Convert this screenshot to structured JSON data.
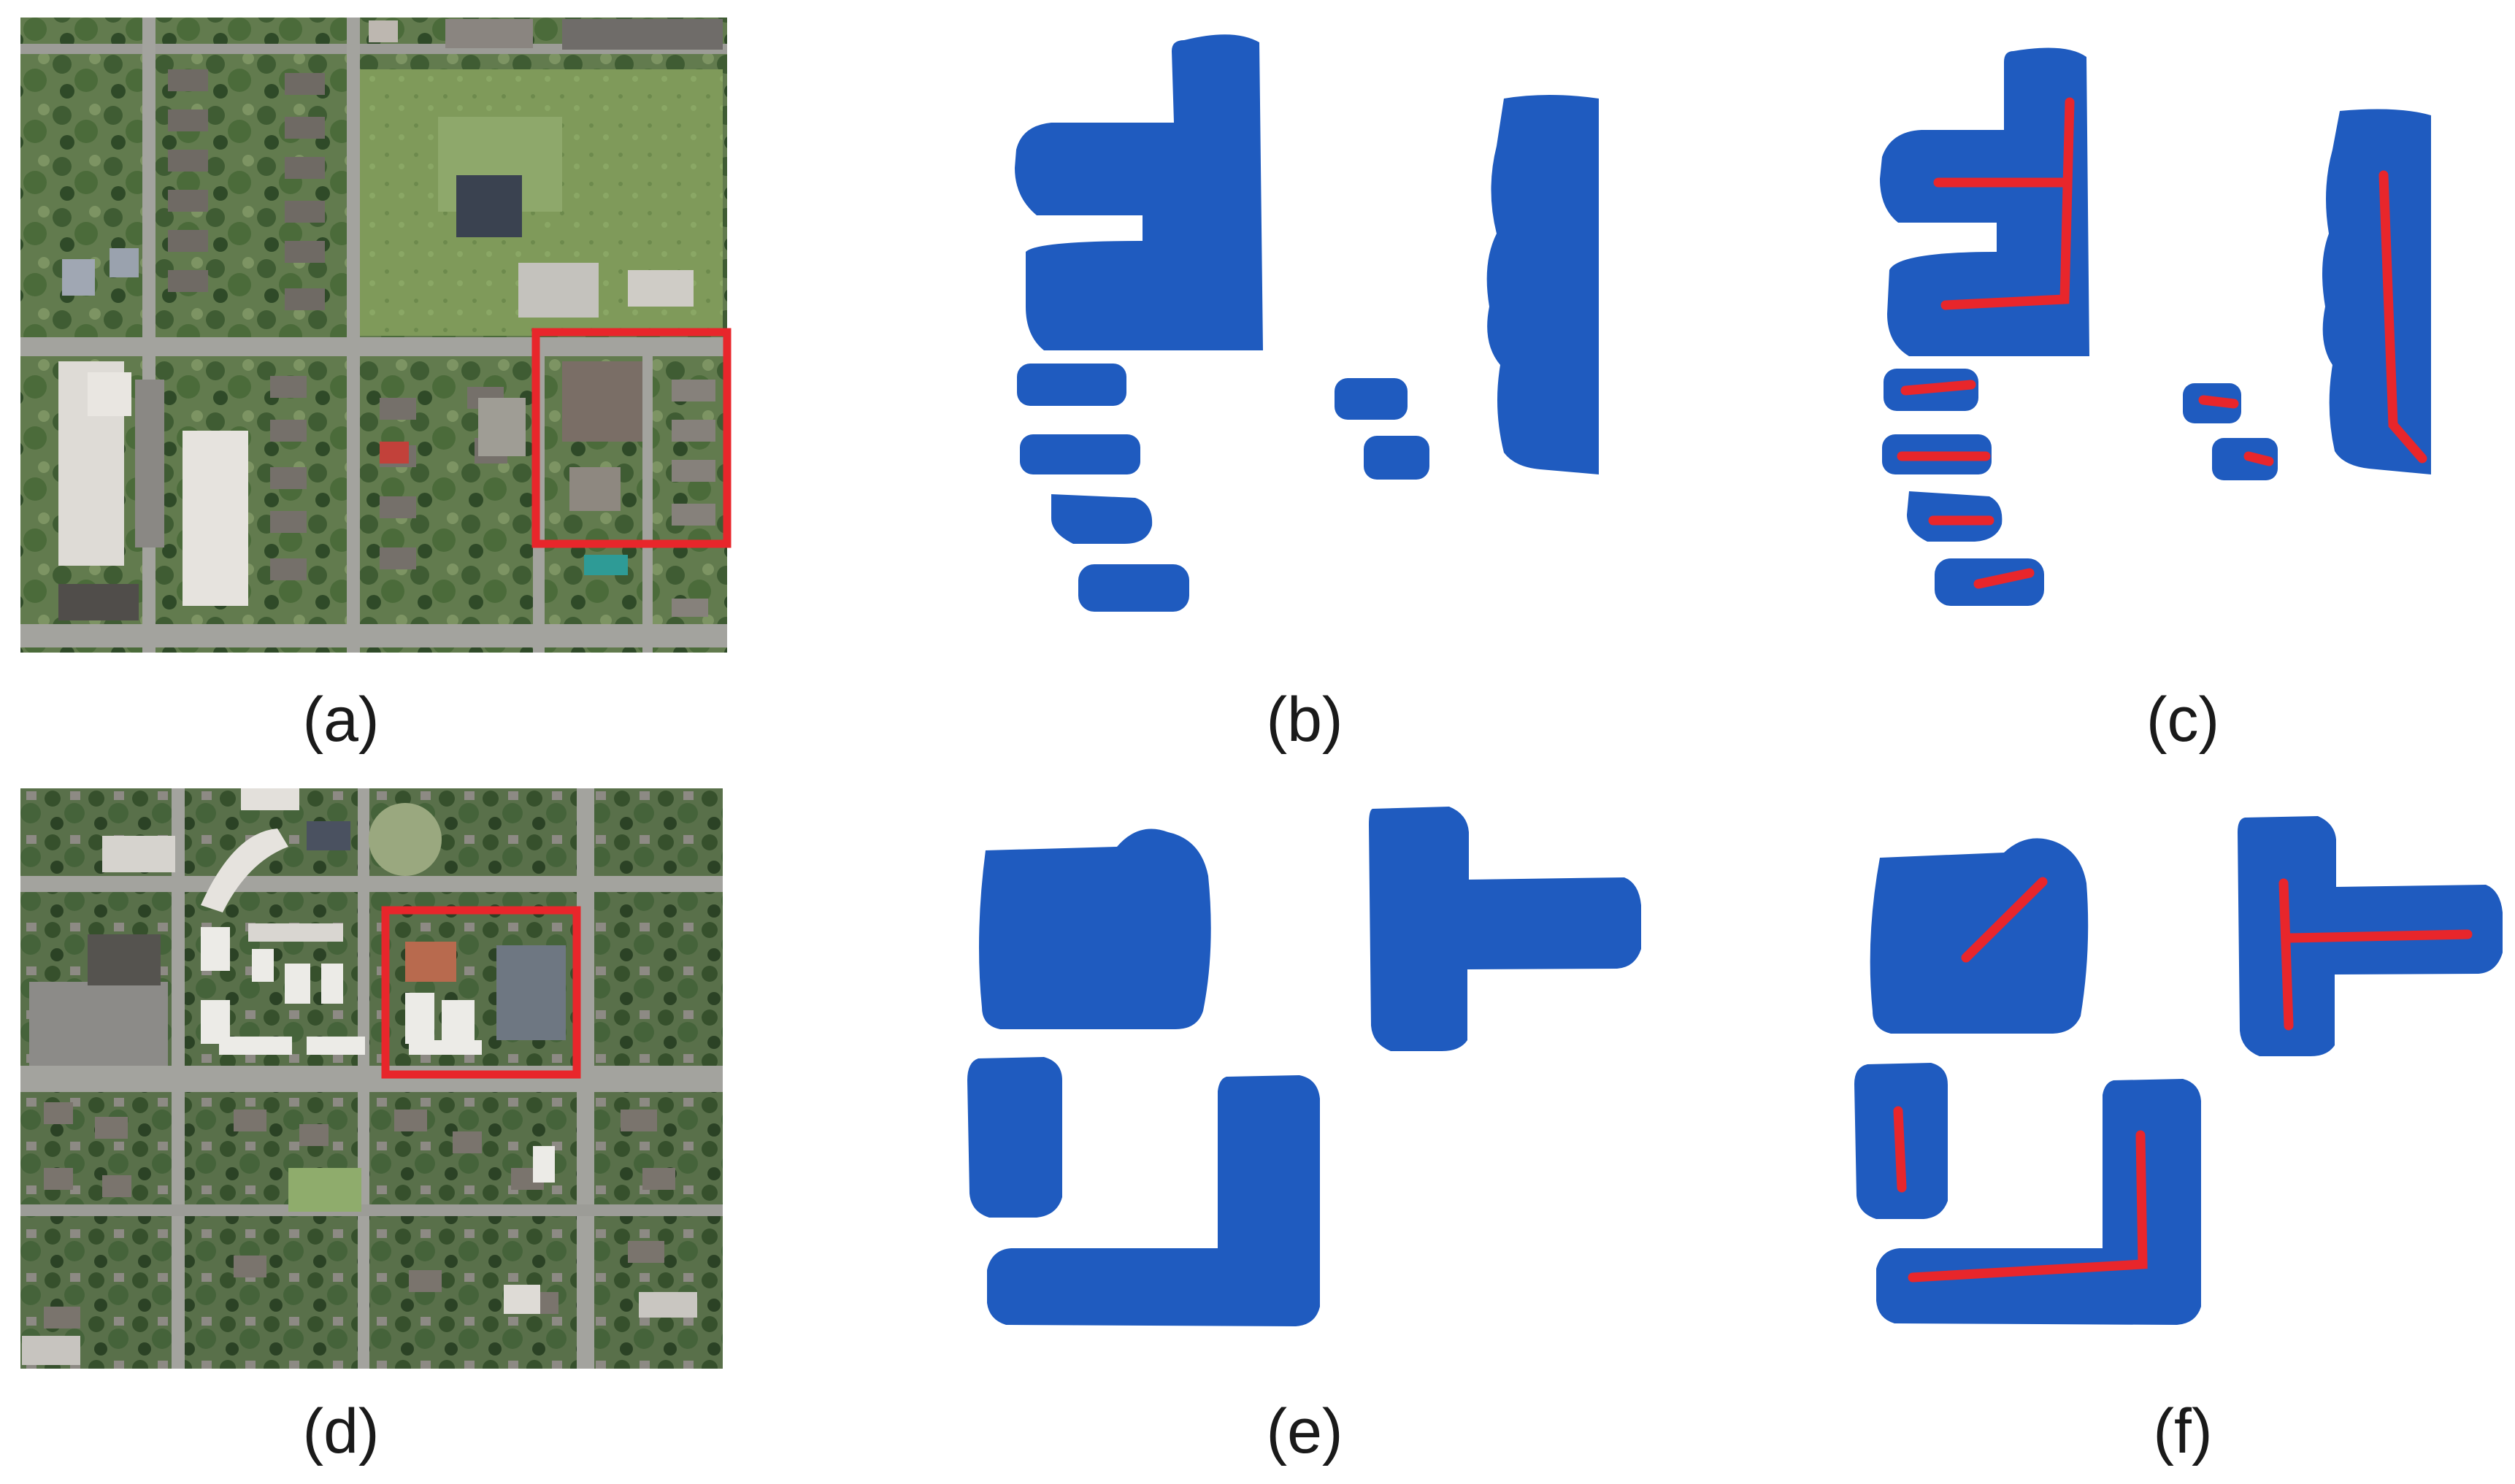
{
  "figure": {
    "panels": [
      {
        "id": "a",
        "label": "(a)",
        "kind": "aerial-photo",
        "highlight_box": true
      },
      {
        "id": "b",
        "label": "(b)",
        "kind": "building-mask"
      },
      {
        "id": "c",
        "label": "(c)",
        "kind": "building-mask-with-skeleton"
      },
      {
        "id": "d",
        "label": "(d)",
        "kind": "aerial-photo",
        "highlight_box": true
      },
      {
        "id": "e",
        "label": "(e)",
        "kind": "building-mask"
      },
      {
        "id": "f",
        "label": "(f)",
        "kind": "building-mask-with-skeleton"
      }
    ],
    "colors": {
      "mask_blue": "#1f5bbf",
      "skeleton_red": "#e8262b",
      "highlight_red": "#e8262b",
      "aerial_green": "#5f7a4a",
      "aerial_road": "#9a9a96"
    }
  }
}
